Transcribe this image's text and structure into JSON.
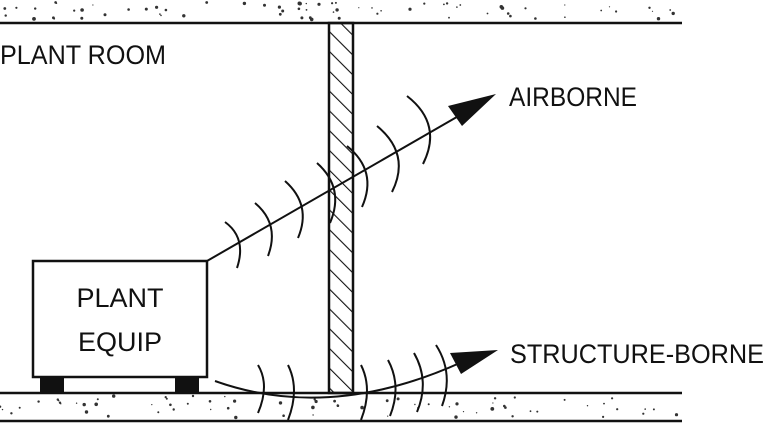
{
  "diagram": {
    "room_label": "PLANT ROOM",
    "equipment_label_line1": "PLANT",
    "equipment_label_line2": "EQUIP",
    "airborne_label": "AIRBORNE",
    "structure_label": "STRUCTURE-BORNE"
  },
  "colors": {
    "ink": "#111111",
    "background": "#ffffff"
  }
}
